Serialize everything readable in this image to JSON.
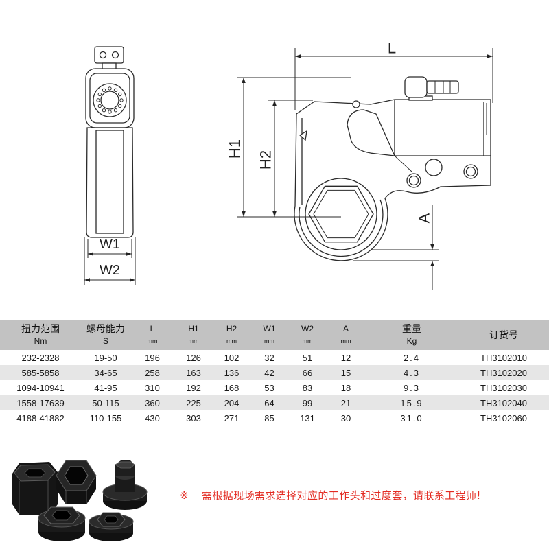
{
  "drawing": {
    "labels": {
      "L": "L",
      "H1": "H1",
      "H2": "H2",
      "A": "A",
      "W1": "W1",
      "W2": "W2"
    }
  },
  "table": {
    "headers": [
      {
        "title": "扭力范围",
        "unit": "Nm"
      },
      {
        "title": "螺母能力",
        "unit": "S"
      },
      {
        "title": "L",
        "unit": "mm"
      },
      {
        "title": "H1",
        "unit": "mm"
      },
      {
        "title": "H2",
        "unit": "mm"
      },
      {
        "title": "W1",
        "unit": "mm"
      },
      {
        "title": "W2",
        "unit": "mm"
      },
      {
        "title": "A",
        "unit": "mm"
      },
      {
        "title": "重量",
        "unit": "Kg"
      },
      {
        "title": "订货号"
      }
    ],
    "rows": [
      [
        "232-2328",
        "19-50",
        "196",
        "126",
        "102",
        "32",
        "51",
        "12",
        "2.4",
        "TH3102010"
      ],
      [
        "585-5858",
        "34-65",
        "258",
        "163",
        "136",
        "42",
        "66",
        "15",
        "4.3",
        "TH3102020"
      ],
      [
        "1094-10941",
        "41-95",
        "310",
        "192",
        "168",
        "53",
        "83",
        "18",
        "9.3",
        "TH3102030"
      ],
      [
        "1558-17639",
        "50-115",
        "360",
        "225",
        "204",
        "64",
        "99",
        "21",
        "15.9",
        "TH3102040"
      ],
      [
        "4188-41882",
        "110-155",
        "430",
        "303",
        "271",
        "85",
        "131",
        "30",
        "31.0",
        "TH3102060"
      ]
    ]
  },
  "note": {
    "symbol": "※",
    "text": "需根据现场需求选择对应的工作头和过度套，请联系工程师!"
  },
  "colors": {
    "note": "#e32b22",
    "header_bg": "#c2c2c2",
    "row_alt_bg": "#e6e6e6",
    "line": "#2a2a2a"
  }
}
